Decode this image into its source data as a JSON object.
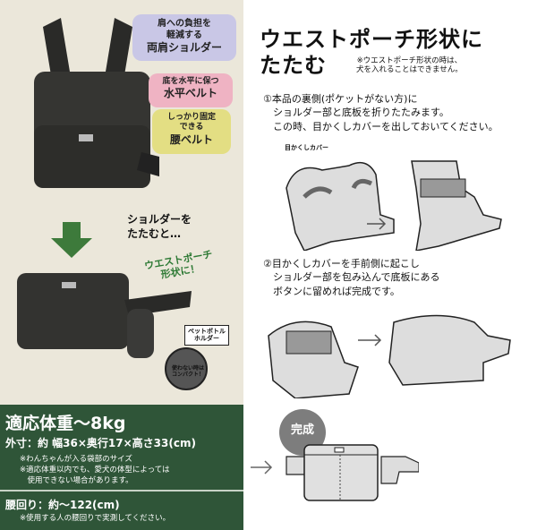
{
  "left": {
    "callouts": [
      {
        "lines": [
          "肩への負担を",
          "軽減する"
        ],
        "big": "両肩ショルダー"
      },
      {
        "lines": [
          "底を水平に保つ"
        ],
        "big": "水平ベルト"
      },
      {
        "lines": [
          "しっかり固定",
          "できる"
        ],
        "big": "腰ベルト"
      }
    ],
    "fold_text": [
      "ショルダーを",
      "たたむと…"
    ],
    "pouch_tag": [
      "ウエストポーチ",
      "形状に！"
    ],
    "bottle_label": [
      "ペットボトル",
      "ホルダー"
    ],
    "compact_label": [
      "使わない時は",
      "コンパクト！"
    ]
  },
  "specs": {
    "weight": "適応体重～8kg",
    "size": "外寸：約 幅36×奥行17×高さ33(cm)",
    "notes": [
      "※わんちゃんが入る袋部のサイズ",
      "※適応体重以内でも、愛犬の体型によっては",
      "　使用できない場合があります。"
    ],
    "waist": "腰回り：約～122(cm)",
    "waist_note": "※使用する人の腰回りで実測してください。"
  },
  "colors": {
    "beige": "#ebe7da",
    "green": "#2f5538"
  },
  "right": {
    "title": [
      "ウエストポーチ形状に",
      "たたむ"
    ],
    "title_note": [
      "※ウエストポーチ形状の時は、",
      "犬を入れることはできません。"
    ],
    "step1": [
      "①本品の裏側(ポケットがない方)に",
      "　ショルダー部と底板を折りたたみます。",
      "　この時、目かくしカバーを出しておいてください。"
    ],
    "cover_label": "目かくしカバー",
    "step2": [
      "②目かくしカバーを手前側に起こし",
      "　ショルダー部を包み込んで底板にある",
      "　ボタンに留めれば完成です。"
    ],
    "done": "完成"
  }
}
